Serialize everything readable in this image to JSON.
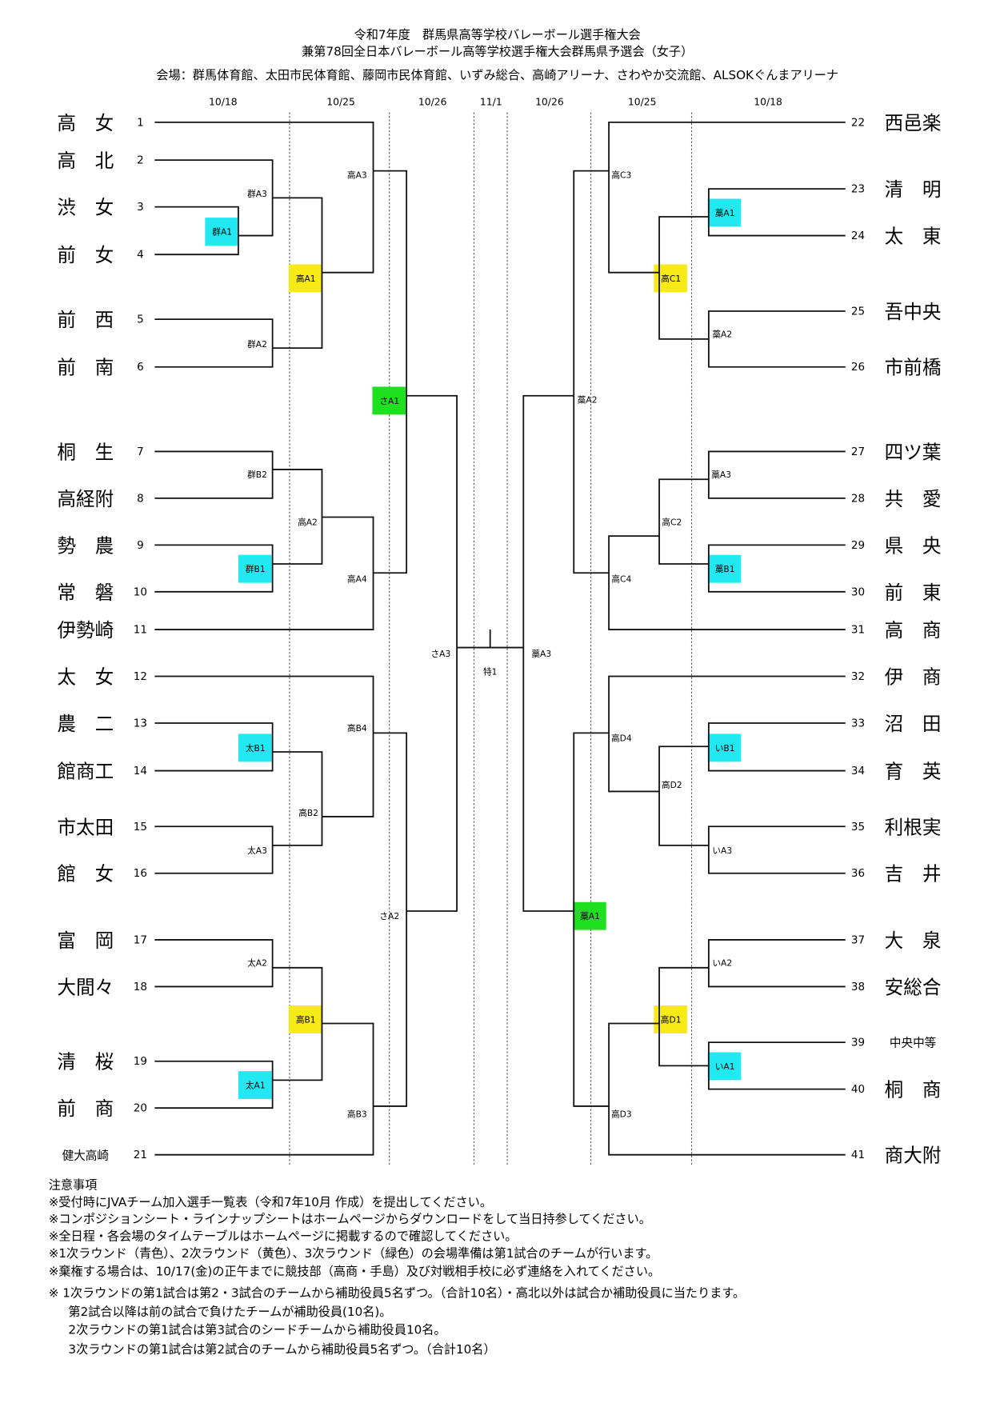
{
  "header": {
    "title_line1": "令和7年度　群馬県高等学校バレーボール選手権大会",
    "title_line2": "兼第78回全日本バレーボール高等学校選手権大会群馬県予選会（女子）",
    "venues": "会場：群馬体育館、太田市民体育館、藤岡市民体育館、いずみ総合、高崎アリーナ、さわやか交流館、ALSOKぐんまアリーナ"
  },
  "dates": [
    "10/18",
    "10/25",
    "10/26",
    "11/1",
    "10/26",
    "10/25",
    "10/18"
  ],
  "colors": {
    "round1": "#22e8f2",
    "round2": "#f7ea16",
    "round3": "#1ee01e"
  },
  "left_teams": [
    {
      "no": "1",
      "name": "高　女"
    },
    {
      "no": "2",
      "name": "高　北"
    },
    {
      "no": "3",
      "name": "渋　女"
    },
    {
      "no": "4",
      "name": "前　女"
    },
    {
      "no": "5",
      "name": "前　西"
    },
    {
      "no": "6",
      "name": "前　南"
    },
    {
      "no": "7",
      "name": "桐　生"
    },
    {
      "no": "8",
      "name": "高経附"
    },
    {
      "no": "9",
      "name": "勢　農"
    },
    {
      "no": "10",
      "name": "常　磐"
    },
    {
      "no": "11",
      "name": "伊勢崎"
    },
    {
      "no": "12",
      "name": "太　女"
    },
    {
      "no": "13",
      "name": "農　二"
    },
    {
      "no": "14",
      "name": "館商工"
    },
    {
      "no": "15",
      "name": "市太田"
    },
    {
      "no": "16",
      "name": "館　女"
    },
    {
      "no": "17",
      "name": "富　岡"
    },
    {
      "no": "18",
      "name": "大間々"
    },
    {
      "no": "19",
      "name": "清　桜"
    },
    {
      "no": "20",
      "name": "前　商"
    },
    {
      "no": "21",
      "name": "健大高崎"
    }
  ],
  "right_teams": [
    {
      "no": "22",
      "name": "西邑楽"
    },
    {
      "no": "23",
      "name": "清　明"
    },
    {
      "no": "24",
      "name": "太　東"
    },
    {
      "no": "25",
      "name": "吾中央"
    },
    {
      "no": "26",
      "name": "市前橋"
    },
    {
      "no": "27",
      "name": "四ツ葉"
    },
    {
      "no": "28",
      "name": "共　愛"
    },
    {
      "no": "29",
      "name": "県　央"
    },
    {
      "no": "30",
      "name": "前　東"
    },
    {
      "no": "31",
      "name": "高　商"
    },
    {
      "no": "32",
      "name": "伊　商"
    },
    {
      "no": "33",
      "name": "沼　田"
    },
    {
      "no": "34",
      "name": "育　英"
    },
    {
      "no": "35",
      "name": "利根実"
    },
    {
      "no": "36",
      "name": "吉　井"
    },
    {
      "no": "37",
      "name": "大　泉"
    },
    {
      "no": "38",
      "name": "安総合"
    },
    {
      "no": "39",
      "name": "中央中等"
    },
    {
      "no": "40",
      "name": "桐　商"
    },
    {
      "no": "41",
      "name": "商大附"
    }
  ],
  "matches": [
    {
      "label": "群A1",
      "round": "round1"
    },
    {
      "label": "群A3"
    },
    {
      "label": "群A2"
    },
    {
      "label": "高A1",
      "round": "round2"
    },
    {
      "label": "高A3"
    },
    {
      "label": "さA1",
      "round": "round3"
    },
    {
      "label": "群B2"
    },
    {
      "label": "群B1",
      "round": "round1"
    },
    {
      "label": "高A2"
    },
    {
      "label": "高A4"
    },
    {
      "label": "さA3"
    },
    {
      "label": "特1"
    },
    {
      "label": "藁A3"
    },
    {
      "label": "太B1",
      "round": "round1"
    },
    {
      "label": "太A3"
    },
    {
      "label": "高B2"
    },
    {
      "label": "高B4"
    },
    {
      "label": "さA2"
    },
    {
      "label": "太A2"
    },
    {
      "label": "高B1",
      "round": "round2"
    },
    {
      "label": "太A1",
      "round": "round1"
    },
    {
      "label": "高B3"
    },
    {
      "label": "高C3"
    },
    {
      "label": "藁A1",
      "round": "round1"
    },
    {
      "label": "高C1",
      "round": "round2"
    },
    {
      "label": "藁A2"
    },
    {
      "label": "藁A2"
    },
    {
      "label": "藁A3"
    },
    {
      "label": "高C2"
    },
    {
      "label": "藁B1",
      "round": "round1"
    },
    {
      "label": "高C4"
    },
    {
      "label": "高D4"
    },
    {
      "label": "いB1",
      "round": "round1"
    },
    {
      "label": "高D2"
    },
    {
      "label": "いA3"
    },
    {
      "label": "藁A1",
      "round": "round3"
    },
    {
      "label": "いA2"
    },
    {
      "label": "高D1",
      "round": "round2"
    },
    {
      "label": "いA1",
      "round": "round1"
    },
    {
      "label": "高D3"
    }
  ],
  "notes": {
    "heading": "注意事項",
    "items": [
      "※受付時にJVAチーム加入選手一覧表（令和7年10月 作成）を提出してください。",
      "※コンポジションシート・ラインナップシートはホームページからダウンロードをして当日持参してください。",
      "※全日程・各会場のタイムテーブルはホームページに掲載するので確認してください。",
      "※1次ラウンド（青色）、2次ラウンド（黄色）、3次ラウンド（緑色）の会場準備は第1試合のチームが行います。",
      "※棄権する場合は、10/17(金)の正午までに競技部（高商・手島）及び対戦相手校に必ず連絡を入れてください。",
      "※ 1次ラウンドの第1試合は第2・3試合のチームから補助役員5名ずつ。（合計10名）・高北以外は試合か補助役員に当たります。",
      "第2試合以降は前の試合で負けたチームが補助役員(10名)。",
      "2次ラウンドの第1試合は第3試合のシードチームから補助役員10名。",
      "3次ラウンドの第1試合は第2試合のチームから補助役員5名ずつ。（合計10名）"
    ]
  }
}
